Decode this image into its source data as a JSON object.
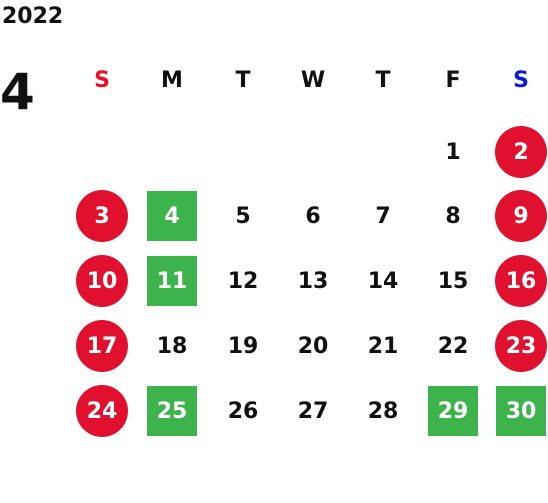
{
  "year": "2022",
  "month": "4",
  "colors": {
    "sunday": "#e8102a",
    "saturday": "#0a1adb",
    "weekday": "#111111",
    "holiday_fill": "#e0102e",
    "green_fill": "#3cb44b"
  },
  "weekdays": [
    "S",
    "M",
    "T",
    "W",
    "T",
    "F",
    "S"
  ],
  "weeks": [
    [
      null,
      null,
      null,
      null,
      null,
      {
        "day": "1",
        "style": "plain"
      },
      {
        "day": "2",
        "style": "holiday"
      }
    ],
    [
      {
        "day": "3",
        "style": "holiday"
      },
      {
        "day": "4",
        "style": "green"
      },
      {
        "day": "5",
        "style": "plain"
      },
      {
        "day": "6",
        "style": "plain"
      },
      {
        "day": "7",
        "style": "plain"
      },
      {
        "day": "8",
        "style": "plain"
      },
      {
        "day": "9",
        "style": "holiday"
      }
    ],
    [
      {
        "day": "10",
        "style": "holiday"
      },
      {
        "day": "11",
        "style": "green"
      },
      {
        "day": "12",
        "style": "plain"
      },
      {
        "day": "13",
        "style": "plain"
      },
      {
        "day": "14",
        "style": "plain"
      },
      {
        "day": "15",
        "style": "plain"
      },
      {
        "day": "16",
        "style": "holiday"
      }
    ],
    [
      {
        "day": "17",
        "style": "holiday"
      },
      {
        "day": "18",
        "style": "plain"
      },
      {
        "day": "19",
        "style": "plain"
      },
      {
        "day": "20",
        "style": "plain"
      },
      {
        "day": "21",
        "style": "plain"
      },
      {
        "day": "22",
        "style": "plain"
      },
      {
        "day": "23",
        "style": "holiday"
      }
    ],
    [
      {
        "day": "24",
        "style": "holiday"
      },
      {
        "day": "25",
        "style": "green"
      },
      {
        "day": "26",
        "style": "plain"
      },
      {
        "day": "27",
        "style": "plain"
      },
      {
        "day": "28",
        "style": "plain"
      },
      {
        "day": "29",
        "style": "green"
      },
      {
        "day": "30",
        "style": "green"
      }
    ]
  ]
}
